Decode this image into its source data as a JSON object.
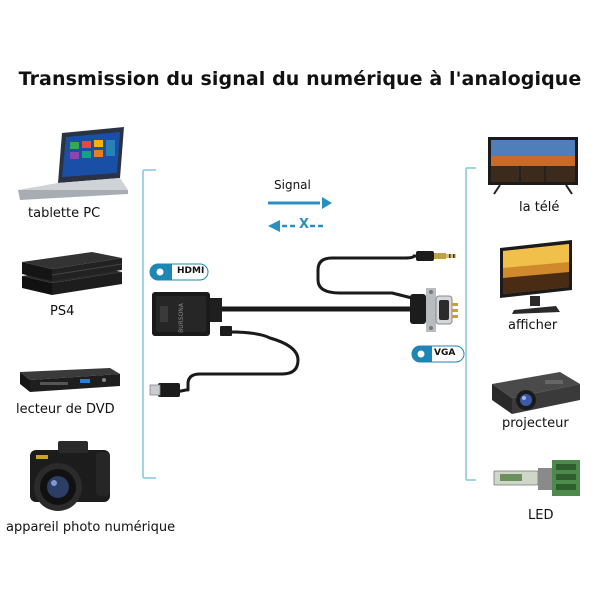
{
  "title": "Transmission du signal du numérique à l'analogique",
  "signal_label": "Signal",
  "signal_blocked_mark": "X",
  "adapter": {
    "hdmi_badge": "HDMI",
    "vga_badge": "VGA",
    "brand_text": "BURSONA"
  },
  "sources": [
    {
      "label": "tablette PC",
      "icon": "laptop-icon"
    },
    {
      "label": "PS4",
      "icon": "game-console-icon"
    },
    {
      "label": "lecteur de DVD",
      "icon": "dvd-player-icon"
    },
    {
      "label": "appareil photo numérique",
      "icon": "camera-icon"
    }
  ],
  "outputs": [
    {
      "label": "la télé",
      "icon": "tv-icon"
    },
    {
      "label": "afficher",
      "icon": "monitor-icon"
    },
    {
      "label": "projecteur",
      "icon": "projector-icon"
    },
    {
      "label": "LED",
      "icon": "led-board-icon"
    }
  ],
  "colors": {
    "bracket": "#9fd6e4",
    "badge": "#1e86b4",
    "arrow": "#2a8fc0",
    "cable": "#1a1a1a"
  }
}
